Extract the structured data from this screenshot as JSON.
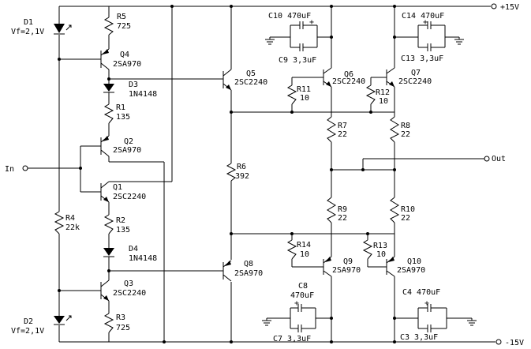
{
  "rails": {
    "positive": "+15V",
    "negative": "-15V"
  },
  "ports": {
    "input": "In",
    "output": "Out"
  },
  "diodes": {
    "D1": {
      "ref": "D1",
      "value": "Vf=2,1V"
    },
    "D2": {
      "ref": "D2",
      "value": "Vf=2,1V"
    },
    "D3": {
      "ref": "D3",
      "value": "1N4148"
    },
    "D4": {
      "ref": "D4",
      "value": "1N4148"
    }
  },
  "transistors": {
    "Q1": {
      "ref": "Q1",
      "value": "2SC2240"
    },
    "Q2": {
      "ref": "Q2",
      "value": "2SA970"
    },
    "Q3": {
      "ref": "Q3",
      "value": "2SC2240"
    },
    "Q4": {
      "ref": "Q4",
      "value": "2SA970"
    },
    "Q5": {
      "ref": "Q5",
      "value": "2SC2240"
    },
    "Q6": {
      "ref": "Q6",
      "value": "2SC2240"
    },
    "Q7": {
      "ref": "Q7",
      "value": "2SC2240"
    },
    "Q8": {
      "ref": "Q8",
      "value": "2SA970"
    },
    "Q9": {
      "ref": "Q9",
      "value": "2SA970"
    },
    "Q10": {
      "ref": "Q10",
      "value": "2SA970"
    }
  },
  "resistors": {
    "R1": {
      "ref": "R1",
      "value": "135"
    },
    "R2": {
      "ref": "R2",
      "value": "135"
    },
    "R3": {
      "ref": "R3",
      "value": "725"
    },
    "R4": {
      "ref": "R4",
      "value": "22k"
    },
    "R5": {
      "ref": "R5",
      "value": "725"
    },
    "R6": {
      "ref": "R6",
      "value": "392"
    },
    "R7": {
      "ref": "R7",
      "value": "22"
    },
    "R8": {
      "ref": "R8",
      "value": "22"
    },
    "R9": {
      "ref": "R9",
      "value": "22"
    },
    "R10": {
      "ref": "R10",
      "value": "22"
    },
    "R11": {
      "ref": "R11",
      "value": "10"
    },
    "R12": {
      "ref": "R12",
      "value": "10"
    },
    "R13": {
      "ref": "R13",
      "value": "10"
    },
    "R14": {
      "ref": "R14",
      "value": "10"
    }
  },
  "capacitors": {
    "C3": "C3 3,3uF",
    "C4": "C4 470uF",
    "C7": "C7 3,3uF",
    "C8": {
      "ref": "C8",
      "value": "470uF"
    },
    "C9": "C9 3,3uF",
    "C10": "C10 470uF",
    "C13": "C13 3,3uF",
    "C14": "C14 470uF"
  }
}
